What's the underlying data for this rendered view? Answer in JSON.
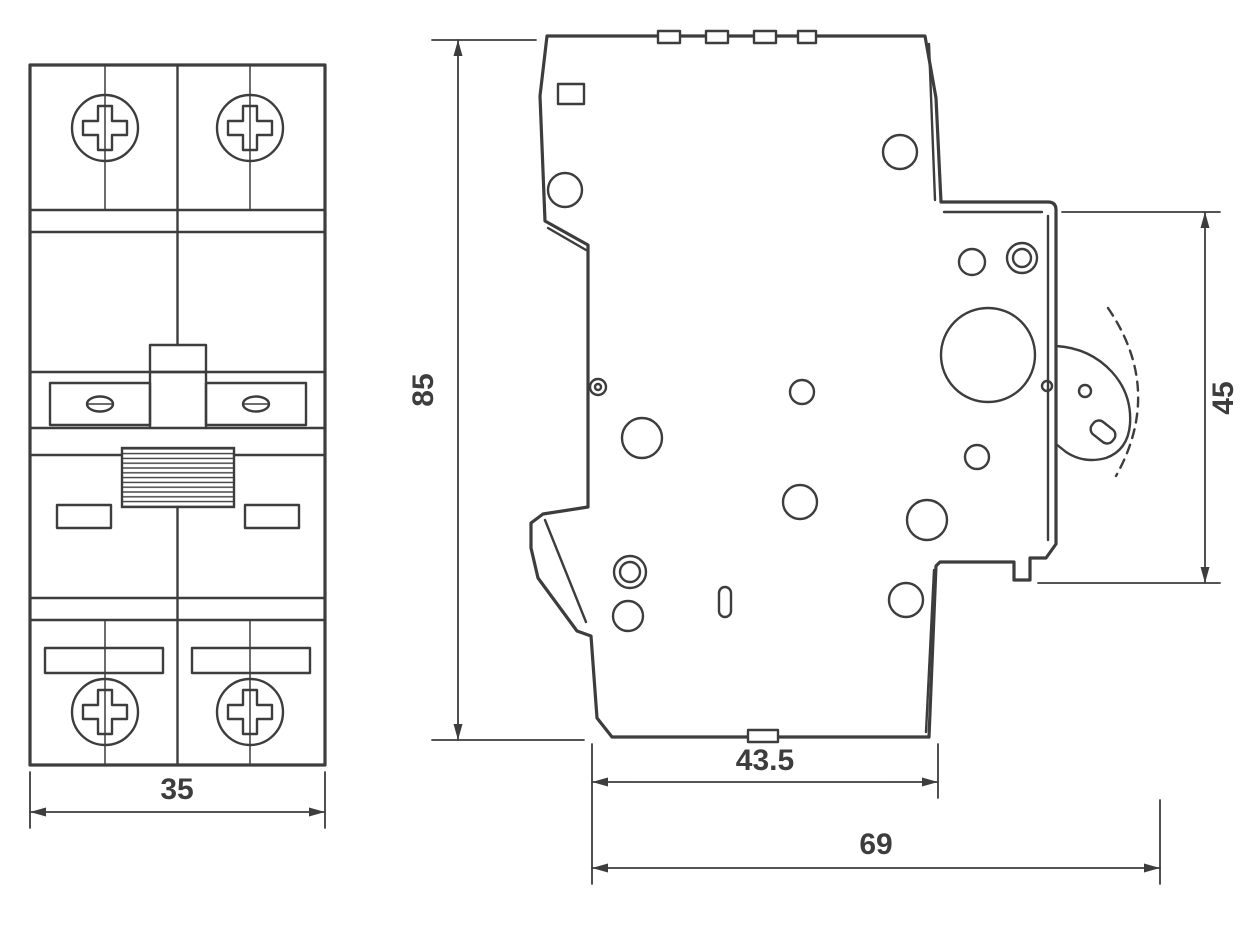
{
  "drawing": {
    "dimensions": {
      "front_width": "35",
      "overall_height": "85",
      "rear_section_height": "45",
      "depth_to_rail": "43.5",
      "overall_depth": "69"
    },
    "colors": {
      "line": "#3d3d3d",
      "background": "#ffffff"
    }
  }
}
